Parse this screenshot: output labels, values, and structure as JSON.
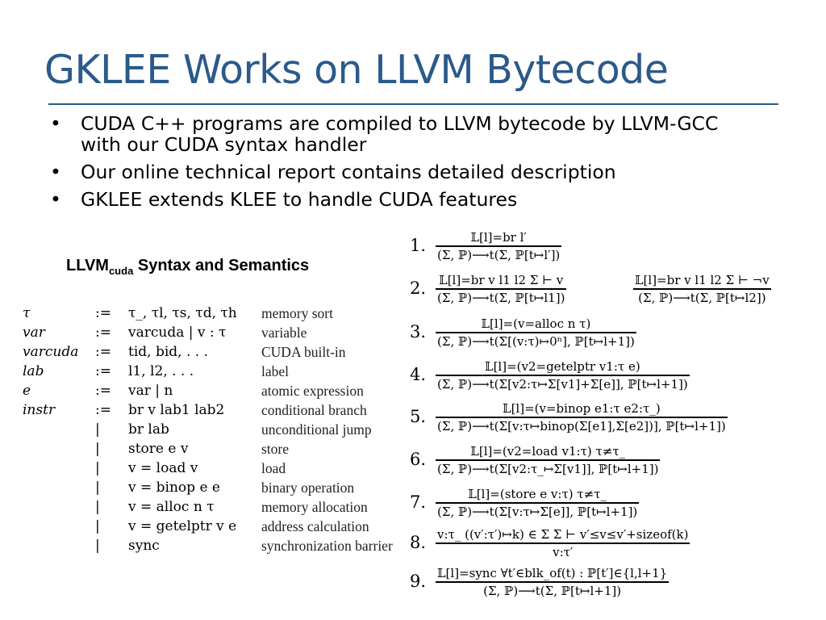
{
  "title": "GKLEE Works on LLVM Bytecode",
  "bullets": [
    "CUDA C++ programs are compiled to LLVM bytecode by LLVM-GCC\nwith our CUDA syntax handler",
    "Our online technical report contains detailed description",
    "GKLEE extends KLEE to handle CUDA features"
  ],
  "bullet_marker": "•",
  "caption": {
    "main": "LLVM",
    "sub": "cuda",
    "rest": " Syntax and Semantics"
  },
  "grammar": [
    {
      "lhs": "τ",
      "op": ":=",
      "rhs": "τ_, τl, τs, τd, τh",
      "desc": "memory sort"
    },
    {
      "lhs": "var",
      "op": ":=",
      "rhs": "varcuda | v : τ",
      "desc": "variable"
    },
    {
      "lhs": "varcuda",
      "op": ":=",
      "rhs": "tid, bid, . . .",
      "desc": "CUDA built-in"
    },
    {
      "lhs": "lab",
      "op": ":=",
      "rhs": "l1, l2, . . .",
      "desc": "label"
    },
    {
      "lhs": "e",
      "op": ":=",
      "rhs": "var | n",
      "desc": "atomic expression"
    },
    {
      "lhs": "instr",
      "op": ":=",
      "rhs": "br v lab1 lab2",
      "desc": "conditional branch"
    },
    {
      "lhs": "",
      "op": "|",
      "rhs": "br lab",
      "desc": "unconditional jump"
    },
    {
      "lhs": "",
      "op": "|",
      "rhs": "store e v",
      "desc": "store"
    },
    {
      "lhs": "",
      "op": "|",
      "rhs": "v = load v",
      "desc": "load"
    },
    {
      "lhs": "",
      "op": "|",
      "rhs": "v = binop e e",
      "desc": "binary operation"
    },
    {
      "lhs": "",
      "op": "|",
      "rhs": "v = alloc n τ",
      "desc": "memory allocation"
    },
    {
      "lhs": "",
      "op": "|",
      "rhs": "v = getelptr v e",
      "desc": "address calculation"
    },
    {
      "lhs": "",
      "op": "|",
      "rhs": "sync",
      "desc": "synchronization barrier"
    }
  ],
  "rules": [
    {
      "num": "1.",
      "fracs": [
        {
          "top": "𝕃[l]=br l′",
          "bot": "(Σ, ℙ)⟶t(Σ, ℙ[t↦l′])"
        }
      ]
    },
    {
      "num": "2.",
      "fracs": [
        {
          "top": "𝕃[l]=br v l1 l2     Σ ⊢ v",
          "bot": "(Σ, ℙ)⟶t(Σ, ℙ[t↦l1])"
        },
        {
          "top": "𝕃[l]=br v l1 l2     Σ ⊢ ¬v",
          "bot": "(Σ, ℙ)⟶t(Σ, ℙ[t↦l2])"
        }
      ]
    },
    {
      "num": "3.",
      "fracs": [
        {
          "top": "𝕃[l]=(v=alloc n τ)",
          "bot": "(Σ, ℙ)⟶t(Σ[(v:τ)↦0ⁿ], ℙ[t↦l+1])"
        }
      ]
    },
    {
      "num": "4.",
      "fracs": [
        {
          "top": "𝕃[l]=(v2=getelptr v1:τ e)",
          "bot": "(Σ, ℙ)⟶t(Σ[v2:τ↦Σ[v1]+Σ[e]], ℙ[t↦l+1])"
        }
      ]
    },
    {
      "num": "5.",
      "fracs": [
        {
          "top": "𝕃[l]=(v=binop e1:τ e2:τ_)",
          "bot": "(Σ, ℙ)⟶t(Σ[v:τ↦binop(Σ[e1],Σ[e2])], ℙ[t↦l+1])"
        }
      ]
    },
    {
      "num": "6.",
      "fracs": [
        {
          "top": "𝕃[l]=(v2=load v1:τ)     τ≠τ_",
          "bot": "(Σ, ℙ)⟶t(Σ[v2:τ_↦Σ[v1]], ℙ[t↦l+1])"
        }
      ]
    },
    {
      "num": "7.",
      "fracs": [
        {
          "top": "𝕃[l]=(store e v:τ)     τ≠τ_",
          "bot": "(Σ, ℙ)⟶t(Σ[v:τ↦Σ[e]], ℙ[t↦l+1])"
        }
      ]
    },
    {
      "num": "8.",
      "fracs": [
        {
          "top": "v:τ_     ((v′:τ′)↦k) ∈ Σ     Σ ⊢ v′≤v≤v′+sizeof(k)",
          "bot": "v:τ′"
        }
      ]
    },
    {
      "num": "9.",
      "fracs": [
        {
          "top": "𝕃[l]=sync     ∀t′∈blk_of(t) : ℙ[t′]∈{l,l+1}",
          "bot": "(Σ, ℙ)⟶t(Σ, ℙ[t↦l+1])"
        }
      ]
    }
  ]
}
